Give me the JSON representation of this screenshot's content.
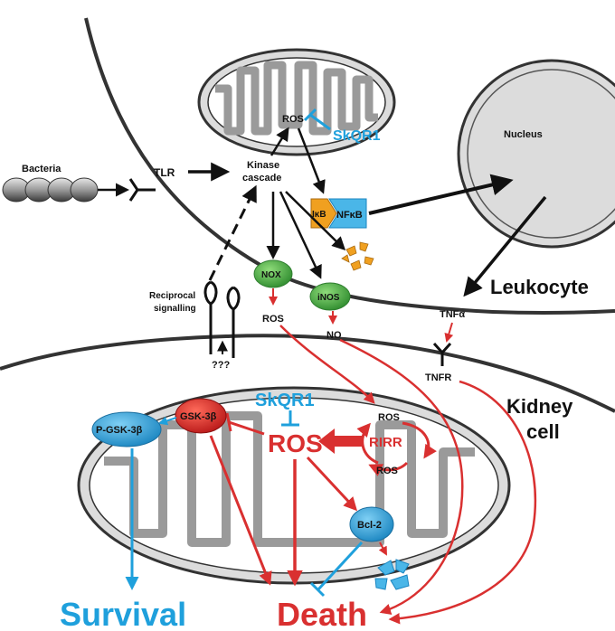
{
  "labels": {
    "bacteria": "Bacteria",
    "tlr": "TLR",
    "kinase_line1": "Kinase",
    "kinase_line2": "cascade",
    "ros_upper": "ROS",
    "skqr1_upper": "SkQR1",
    "nucleus": "Nucleus",
    "ikb": "IκB",
    "nfkb": "NFκB",
    "nox": "NOX",
    "inos": "iNOS",
    "ros_nox": "ROS",
    "no": "NO",
    "leukocyte": "Leukocyte",
    "tnf": "TNFα",
    "reciprocal_line1": "Reciprocal",
    "reciprocal_line2": "signalling",
    "unknown": "???",
    "tnfr": "TNFR",
    "kidney_line1": "Kidney",
    "kidney_line2": "cell",
    "gsk3b": "GSK-3β",
    "p_gsk3b": "P-GSK-3β",
    "skqr1_lower": "SkQR1",
    "ros_main": "ROS",
    "ros_rirr_top": "ROS",
    "rirr": "RIRR",
    "ros_rirr_bottom": "ROS",
    "bcl2": "Bcl-2",
    "survival": "Survival",
    "death": "Death"
  },
  "colors": {
    "red": "#d93030",
    "blue": "#1fa0dc",
    "green": "#4caf50",
    "orange": "#f0a020",
    "membrane": "#333333",
    "organelle_fill": "#dcdcdc"
  }
}
